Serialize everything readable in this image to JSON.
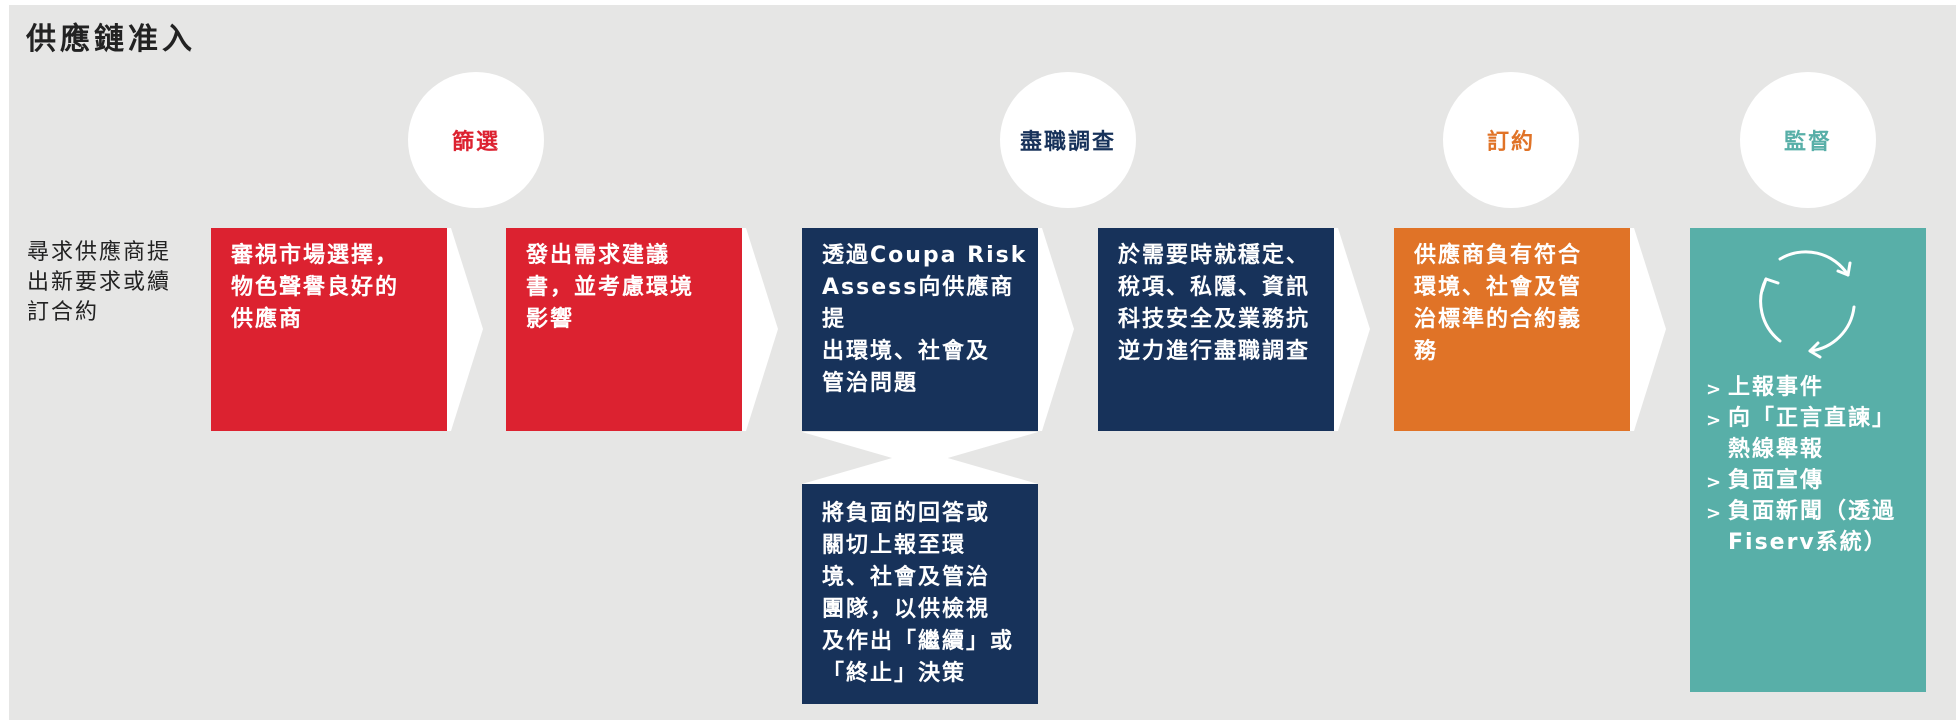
{
  "title": "供應鏈准入",
  "stages": {
    "screening": {
      "label": "篩選",
      "color": "#dc2230"
    },
    "due_diligence": {
      "label": "盡職調查",
      "color": "#17325a"
    },
    "contracting": {
      "label": "訂約",
      "color": "#e07327"
    },
    "monitoring": {
      "label": "監督",
      "color": "#58afa8"
    }
  },
  "left_label": "尋求供應商提出新要求或續訂合約",
  "steps": [
    {
      "text": "審視市場選擇，\n物色聲譽良好的\n供應商"
    },
    {
      "text": "發出需求建議\n書，並考慮環境\n影響"
    },
    {
      "text": "透過Coupa Risk\nAssess向供應商提\n出環境、社會及\n管治問題"
    },
    {
      "text": "於需要時就穩定、\n稅項、私隱、資訊\n科技安全及業務抗\n逆力進行盡職調查"
    },
    {
      "text": "供應商負有符合\n環境、社會及管\n治標準的合約義\n務"
    }
  ],
  "branch_step": {
    "text": "將負面的回答或\n關切上報至環\n境、社會及管治\n團隊，以供檢視\n及作出「繼續」或\n「終止」決策"
  },
  "monitoring_items": [
    "上報事件",
    "向「正言直諫」熱線舉報",
    "負面宣傳",
    "負面新聞（透過Fiserv系統）"
  ],
  "icons": {
    "refresh": "refresh-cycle-icon",
    "bullet": "chevron-right-icon",
    "arrow": "chevron-arrow"
  },
  "colors": {
    "background": "#e6e6e5",
    "red": "#dc2230",
    "navy": "#17325a",
    "orange": "#e07327",
    "teal": "#58afa8"
  }
}
